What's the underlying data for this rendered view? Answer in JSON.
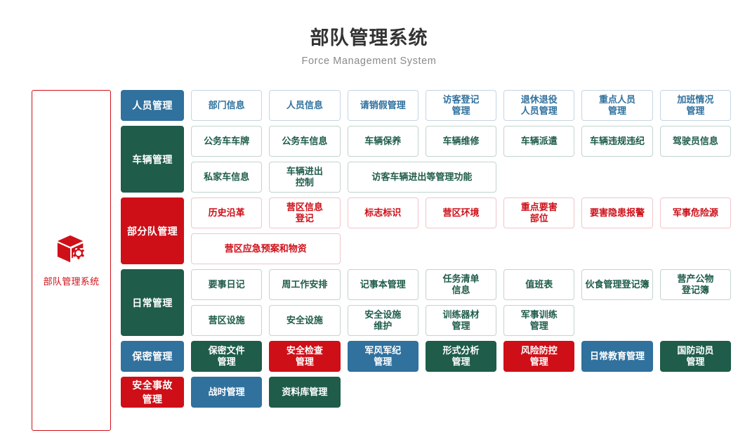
{
  "header": {
    "title": "部队管理系统",
    "subtitle": "Force Management System"
  },
  "brand": {
    "icon": "cube-gear-icon",
    "label": "部队管理系统",
    "color": "#d01018"
  },
  "colors": {
    "blue": "#30719e",
    "green": "#1f5c4a",
    "red": "#ce0f18",
    "title": "#333333",
    "subtitle": "#8a8a8a"
  },
  "sections": [
    {
      "category": "人员管理",
      "theme": "blue",
      "rows": [
        [
          {
            "label": "部门信息",
            "style": "out-blue",
            "span": 1
          },
          {
            "label": "人员信息",
            "style": "out-blue",
            "span": 1
          },
          {
            "label": "请销假管理",
            "style": "out-blue",
            "span": 1
          },
          {
            "label": "访客登记\n管理",
            "style": "out-blue",
            "span": 1
          },
          {
            "label": "退休退役\n人员管理",
            "style": "out-blue",
            "span": 1
          },
          {
            "label": "重点人员\n管理",
            "style": "out-blue",
            "span": 1
          },
          {
            "label": "加班情况\n管理",
            "style": "out-blue",
            "span": 1
          }
        ]
      ]
    },
    {
      "category": "车辆管理",
      "theme": "green",
      "rows": [
        [
          {
            "label": "公务车车牌",
            "style": "out-green",
            "span": 1
          },
          {
            "label": "公务车信息",
            "style": "out-green",
            "span": 1
          },
          {
            "label": "车辆保养",
            "style": "out-green",
            "span": 1
          },
          {
            "label": "车辆维修",
            "style": "out-green",
            "span": 1
          },
          {
            "label": "车辆派遣",
            "style": "out-green",
            "span": 1
          },
          {
            "label": "车辆违规违纪",
            "style": "out-green",
            "span": 1
          },
          {
            "label": "驾驶员信息",
            "style": "out-green",
            "span": 1
          }
        ],
        [
          {
            "label": "私家车信息",
            "style": "out-green",
            "span": 1
          },
          {
            "label": "车辆进出\n控制",
            "style": "out-green",
            "span": 1
          },
          {
            "label": "访客车辆进出等管理功能",
            "style": "out-green",
            "span": 2
          }
        ]
      ]
    },
    {
      "category": "部分队管理",
      "theme": "red",
      "rows": [
        [
          {
            "label": "历史沿革",
            "style": "out-red",
            "span": 1
          },
          {
            "label": "营区信息\n登记",
            "style": "out-red",
            "span": 1
          },
          {
            "label": "标志标识",
            "style": "out-red",
            "span": 1
          },
          {
            "label": "营区环境",
            "style": "out-red",
            "span": 1
          },
          {
            "label": "重点要害\n部位",
            "style": "out-red",
            "span": 1
          },
          {
            "label": "要害隐患报警",
            "style": "out-red",
            "span": 1
          },
          {
            "label": "军事危险源",
            "style": "out-red",
            "span": 1
          }
        ],
        [
          {
            "label": "营区应急预案和物资",
            "style": "out-red",
            "span": 2
          }
        ]
      ]
    },
    {
      "category": "日常管理",
      "theme": "green",
      "rows": [
        [
          {
            "label": "要事日记",
            "style": "out-green",
            "span": 1
          },
          {
            "label": "周工作安排",
            "style": "out-green",
            "span": 1
          },
          {
            "label": "记事本管理",
            "style": "out-green",
            "span": 1
          },
          {
            "label": "任务清单\n信息",
            "style": "out-green",
            "span": 1
          },
          {
            "label": "值班表",
            "style": "out-green",
            "span": 1
          },
          {
            "label": "伙食管理登记簿",
            "style": "out-green",
            "span": 1
          },
          {
            "label": "营产公物\n登记簿",
            "style": "out-green",
            "span": 1
          }
        ],
        [
          {
            "label": "营区设施",
            "style": "out-green",
            "span": 1
          },
          {
            "label": "安全设施",
            "style": "out-green",
            "span": 1
          },
          {
            "label": "安全设施\n维护",
            "style": "out-green",
            "span": 1
          },
          {
            "label": "训练器材\n管理",
            "style": "out-green",
            "span": 1
          },
          {
            "label": "军事训练\n管理",
            "style": "out-green",
            "span": 1
          }
        ]
      ]
    },
    {
      "category": "保密管理",
      "theme": "blue",
      "rows": [
        [
          {
            "label": "保密文件\n管理",
            "style": "sol-green",
            "span": 1
          },
          {
            "label": "安全检查\n管理",
            "style": "sol-red",
            "span": 1
          },
          {
            "label": "军风军纪\n管理",
            "style": "sol-blue",
            "span": 1
          },
          {
            "label": "形式分析\n管理",
            "style": "sol-green",
            "span": 1
          },
          {
            "label": "风险防控\n管理",
            "style": "sol-red",
            "span": 1
          },
          {
            "label": "日常教育管理",
            "style": "sol-blue",
            "span": 1
          },
          {
            "label": "国防动员\n管理",
            "style": "sol-green",
            "span": 1
          }
        ]
      ]
    },
    {
      "category": "安全事故\n管理",
      "theme": "red",
      "rows": [
        [
          {
            "label": "战时管理",
            "style": "sol-blue",
            "span": 1
          },
          {
            "label": "资料库管理",
            "style": "sol-green",
            "span": 1
          }
        ]
      ]
    }
  ]
}
